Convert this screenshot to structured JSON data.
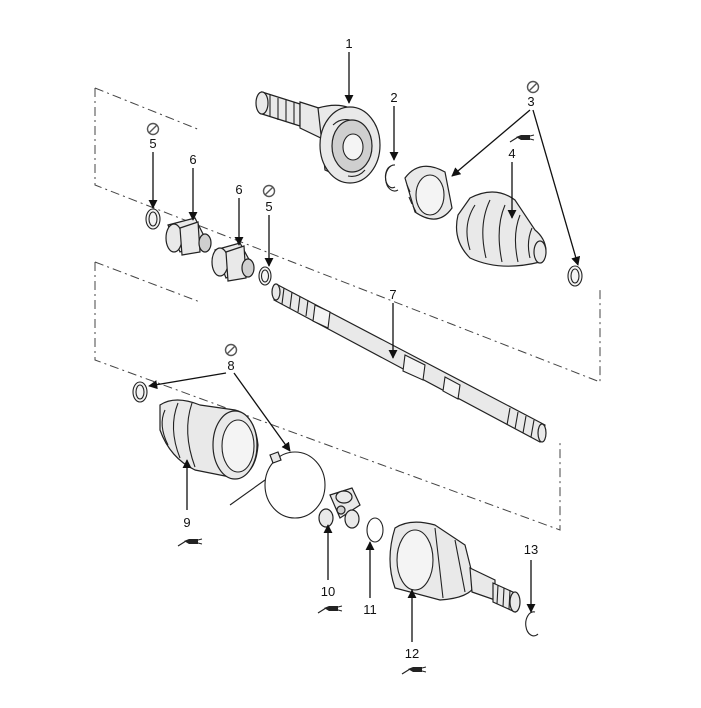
{
  "callouts": [
    "1",
    "2",
    "3",
    "4",
    "5",
    "6",
    "6",
    "5",
    "7",
    "8",
    "9",
    "10",
    "11",
    "12",
    "13"
  ],
  "symbols": {
    "do_not_reuse": "prohibition-circle-icon",
    "grease": "grease-tube-icon"
  }
}
